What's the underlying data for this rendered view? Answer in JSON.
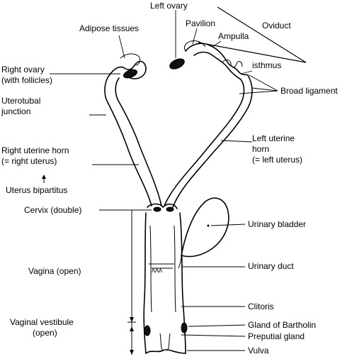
{
  "labels": {
    "left_ovary": "Left ovary",
    "pavilion": "Pavilion",
    "oviduct": "Oviduct",
    "ampulla": "Ampulla",
    "adipose_tissues": "Adipose tissues",
    "isthmus": "isthmus",
    "right_ovary_line1": "Right ovary",
    "right_ovary_line2": "(with follicles)",
    "broad_ligament": "Broad ligament",
    "uterotubal_line1": "Uterotubal",
    "uterotubal_line2": "junction",
    "left_horn_line1": "Left uterine",
    "left_horn_line2": "horn",
    "left_horn_line3": "(= left uterus)",
    "right_horn_line1": "Right uterine horn",
    "right_horn_line2": "(= right uterus)",
    "uterus_bipartitus": "Uterus bipartitus",
    "cervix": "Cervix (double)",
    "urinary_bladder": "Urinary bladder",
    "vagina": "Vagina (open)",
    "urinary_duct": "Urinary duct",
    "clitoris": "Clitoris",
    "vaginal_vestibule_line1": "Vaginal vestibule",
    "vaginal_vestibule_line2": "(open)",
    "gland_of_bartholin": "Gland of Bartholin",
    "preputial_gland": "Preputial gland",
    "vulva": "Vulva"
  }
}
